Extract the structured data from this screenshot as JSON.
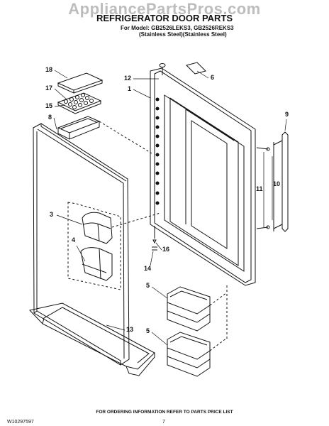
{
  "watermark": "AppliancePartsPros.com",
  "title": "REFRIGERATOR DOOR PARTS",
  "model_line": "For Model: GB2526LEKS3, GB2526REKS3",
  "finish_line": "(Stainless Steel)(Stainless Steel)",
  "callouts": {
    "c18": "18",
    "c17": "17",
    "c15": "15",
    "c8": "8",
    "c12": "12",
    "c6": "6",
    "c1": "1",
    "c9": "9",
    "c10": "10",
    "c11": "11",
    "c3": "3",
    "c4": "4",
    "c16": "16",
    "c14": "14",
    "c5a": "5",
    "c5b": "5",
    "c13": "13"
  },
  "footer_note": "FOR ORDERING INFORMATION REFER TO PARTS PRICE LIST",
  "doc_number": "W10297597",
  "page_number": "7"
}
